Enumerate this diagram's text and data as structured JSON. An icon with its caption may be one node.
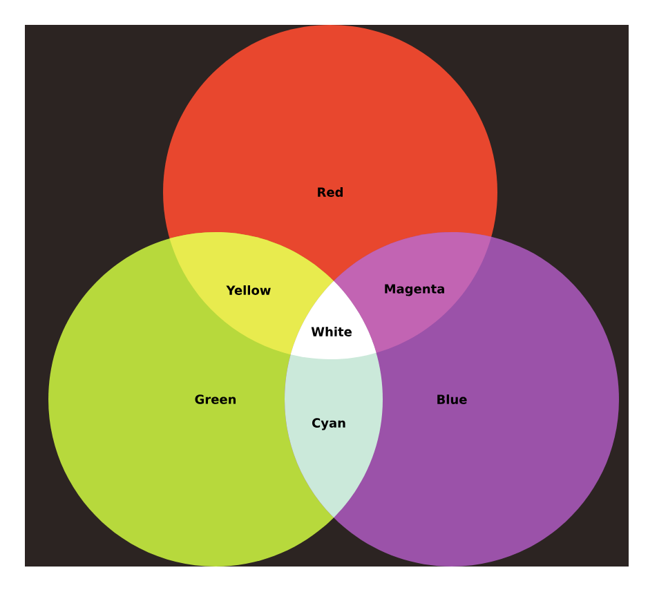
{
  "diagram": {
    "nodes": [
      {
        "text": [
          "Red"
        ]
      },
      {
        "text": [
          "Green"
        ]
      },
      {
        "text": [
          "Blue"
        ]
      }
    ],
    "edges": [],
    "labels": [
      "Yellow",
      "Magenta",
      "White",
      "Cyan"
    ]
  }
}
